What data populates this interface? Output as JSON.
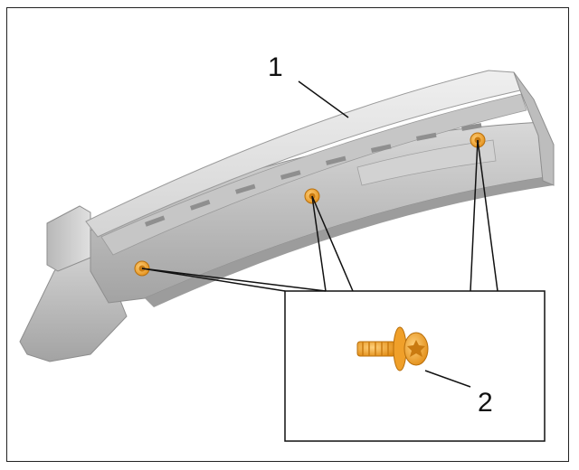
{
  "callouts": {
    "part_number": "1",
    "screw_number": "2"
  },
  "colors": {
    "panel_light": "#e4e4e4",
    "panel_mid": "#cfcfcf",
    "panel_dark": "#a9a9a9",
    "panel_shadow": "#8e8e8e",
    "screw": "#f2a12a",
    "screw_dark": "#c97a10",
    "leader": "#111111"
  },
  "icons": {
    "part": "trim-panel-illustration",
    "screw": "torx-screw-icon"
  }
}
